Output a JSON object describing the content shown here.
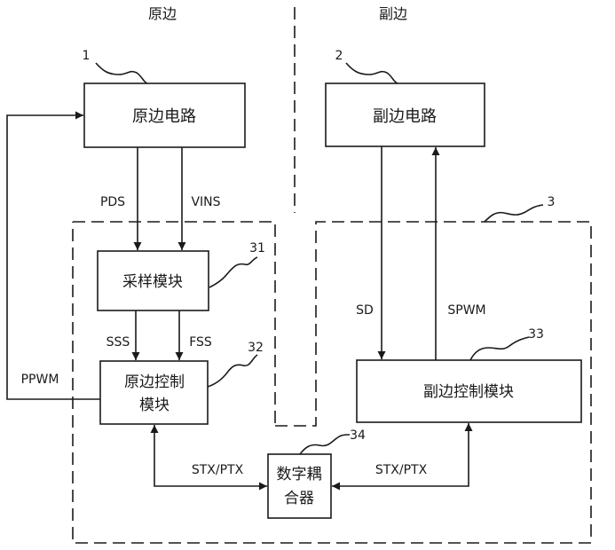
{
  "regions": {
    "primary_side": "原边",
    "secondary_side": "副边"
  },
  "blocks": {
    "primary_circuit": "原边电路",
    "secondary_circuit": "副边电路",
    "sampling_module": "采样模块",
    "primary_control_line1": "原边控制",
    "primary_control_line2": "模块",
    "secondary_control": "副边控制模块",
    "digital_coupler_line1": "数字耦",
    "digital_coupler_line2": "合器"
  },
  "signals": {
    "pds": "PDS",
    "vins": "VINS",
    "sss": "SSS",
    "fss": "FSS",
    "ppwm": "PPWM",
    "sd": "SD",
    "spwm": "SPWM",
    "stx_ptx_left": "STX/PTX",
    "stx_ptx_right": "STX/PTX"
  },
  "reference_numbers": {
    "primary_circuit": "1",
    "secondary_circuit": "2",
    "secondary_group": "3",
    "sampling_module": "31",
    "primary_control": "32",
    "secondary_control": "33",
    "digital_coupler": "34"
  }
}
